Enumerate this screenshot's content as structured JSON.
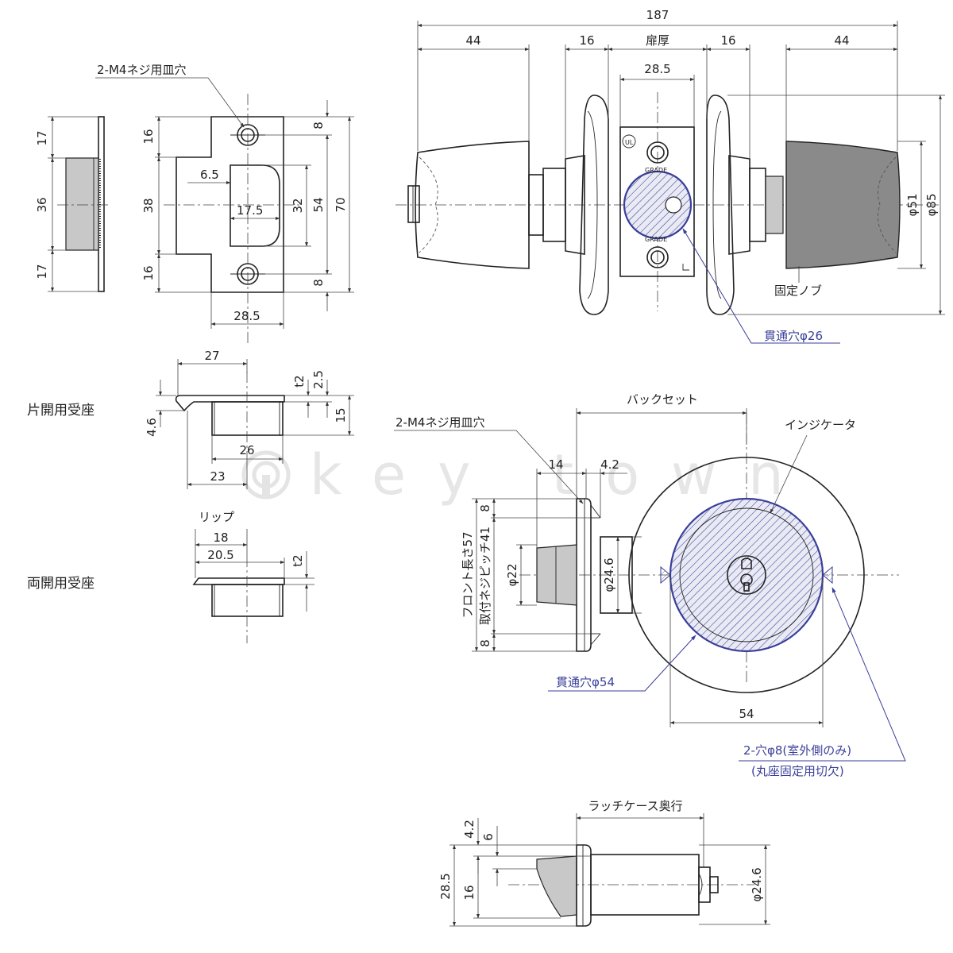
{
  "colors": {
    "line": "#222222",
    "accent": "#3a3f9a",
    "hatch": "#3a3f9a",
    "fill_gray": "#8a8a8a"
  },
  "watermark": {
    "text": "key town",
    "icon": "key-town-logo-icon"
  },
  "strike_view": {
    "screw_label": "2-M4ネジ用皿穴",
    "dims": {
      "side_17_top": "17",
      "side_36": "36",
      "side_17_bottom": "17",
      "left_16_top": "16",
      "left_38": "38",
      "left_16_bottom": "16",
      "hole_6_5": "6.5",
      "hole_17_5": "17.5",
      "hole_32": "32",
      "hole_54": "54",
      "right_8_top": "8",
      "right_70": "70",
      "right_8_bottom": "8",
      "width_28_5": "28.5"
    }
  },
  "single_seat": {
    "label": "片開用受座",
    "dims": {
      "d27": "27",
      "t2": "t2",
      "d2_5": "2.5",
      "d15": "15",
      "d4_6": "4.6",
      "d26": "26",
      "d23": "23"
    }
  },
  "double_seat": {
    "label": "両開用受座",
    "dims": {
      "lip": "リップ",
      "d18": "18",
      "d20_5": "20.5",
      "t2": "t2"
    }
  },
  "front_view": {
    "dims": {
      "overall_187": "187",
      "knob_44_left": "44",
      "rose_16_left": "16",
      "door_thickness": "扉厚",
      "rose_16_right": "16",
      "knob_44_right": "44",
      "d28_5": "28.5",
      "phi51": "φ51",
      "phi85": "φ85"
    },
    "fixed_knob_label": "固定ノブ",
    "through_hole_label": "貫通穴φ26"
  },
  "side_view": {
    "screw_label": "2-M4ネジ用皿穴",
    "backset_label": "バックセット",
    "indicator_label": "インジケータ",
    "dims": {
      "d14": "14",
      "d4_2": "4.2",
      "d8_top": "8",
      "d8_bottom": "8",
      "front_length": "フロント長さ57",
      "screw_pitch": "取付ネジピッチ41",
      "phi22": "φ22",
      "phi24_6": "φ24.6",
      "d54": "54"
    },
    "through_hole_label": "貫通穴φ54",
    "note_line1": "2-穴φ8(室外側のみ)",
    "note_line2": "(丸座固定用切欠)"
  },
  "latch_case": {
    "label": "ラッチケース奥行",
    "dims": {
      "d4_2": "4.2",
      "d6": "6",
      "d28_5": "28.5",
      "d16": "16",
      "phi24_6": "φ24.6"
    }
  }
}
